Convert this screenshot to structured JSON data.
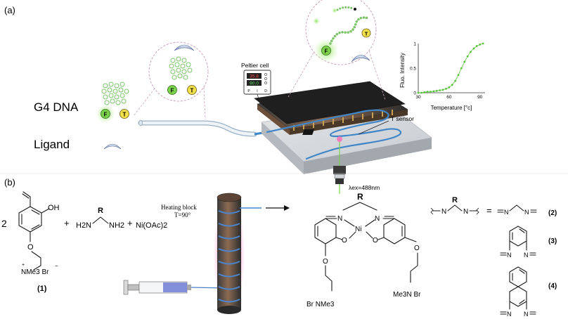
{
  "panel_a": {
    "label": "(a)",
    "g4_label": "G4 DNA",
    "ligand_label": "Ligand",
    "fluorophore_letter": "F",
    "quencher_letter": "T",
    "peltier_label": "Peltier cell",
    "peltier_display_top": "35.8",
    "peltier_display_bottom": "90.0",
    "peltier_keys": [
      "P",
      "I",
      "D"
    ],
    "t_sensor_label": "T sensor",
    "laser_label": "λex=488nm",
    "chart": {
      "ylabel": "Fluo. Intensity",
      "xlabel": "Temperature [°c]",
      "yticks": [
        "1",
        "0.5",
        "0"
      ],
      "xticks": [
        "30",
        "60",
        "90"
      ]
    }
  },
  "chart_data": {
    "type": "scatter",
    "title": "",
    "xlabel": "Temperature [°c]",
    "ylabel": "Fluo. Intensity",
    "xlim": [
      30,
      95
    ],
    "ylim": [
      0,
      1
    ],
    "grid": false,
    "colors": {
      "series": "#58c43a"
    },
    "x": [
      30,
      33,
      36,
      39,
      42,
      45,
      48,
      51,
      54,
      57,
      60,
      63,
      66,
      69,
      72,
      75,
      78,
      81,
      84,
      87,
      90,
      93
    ],
    "y": [
      0.0,
      0.0,
      0.01,
      0.02,
      0.02,
      0.03,
      0.04,
      0.05,
      0.06,
      0.08,
      0.11,
      0.16,
      0.24,
      0.36,
      0.5,
      0.63,
      0.74,
      0.83,
      0.9,
      0.95,
      0.98,
      1.0
    ]
  },
  "panel_b": {
    "label": "(b)",
    "coefficient": "2",
    "oh_label": "OH",
    "plus1": "+",
    "h2n_label": "H2N",
    "r_label": "R",
    "nh2_label": "NH2",
    "plus2": "+",
    "nickel_reagent": "Ni(OAc)2",
    "heating_block_title": "Heating block",
    "heating_block_temp": "T=90°",
    "cpd1_counterion": "NMe3 Br",
    "cpd1_label": "(1)",
    "complex_n_left": "N",
    "complex_n_right": "N",
    "complex_ni": "Ni",
    "complex_o_left": "O",
    "complex_o_right": "O",
    "complex_r": "R",
    "complex_left_tail": "Br  NMe3",
    "complex_right_tail": "Me3N Br",
    "def_n_left": "N",
    "def_r": "R",
    "def_n_right": "N",
    "def_equals": "=",
    "labels_bridge": [
      "(2)",
      "(3)",
      "(4)"
    ]
  }
}
